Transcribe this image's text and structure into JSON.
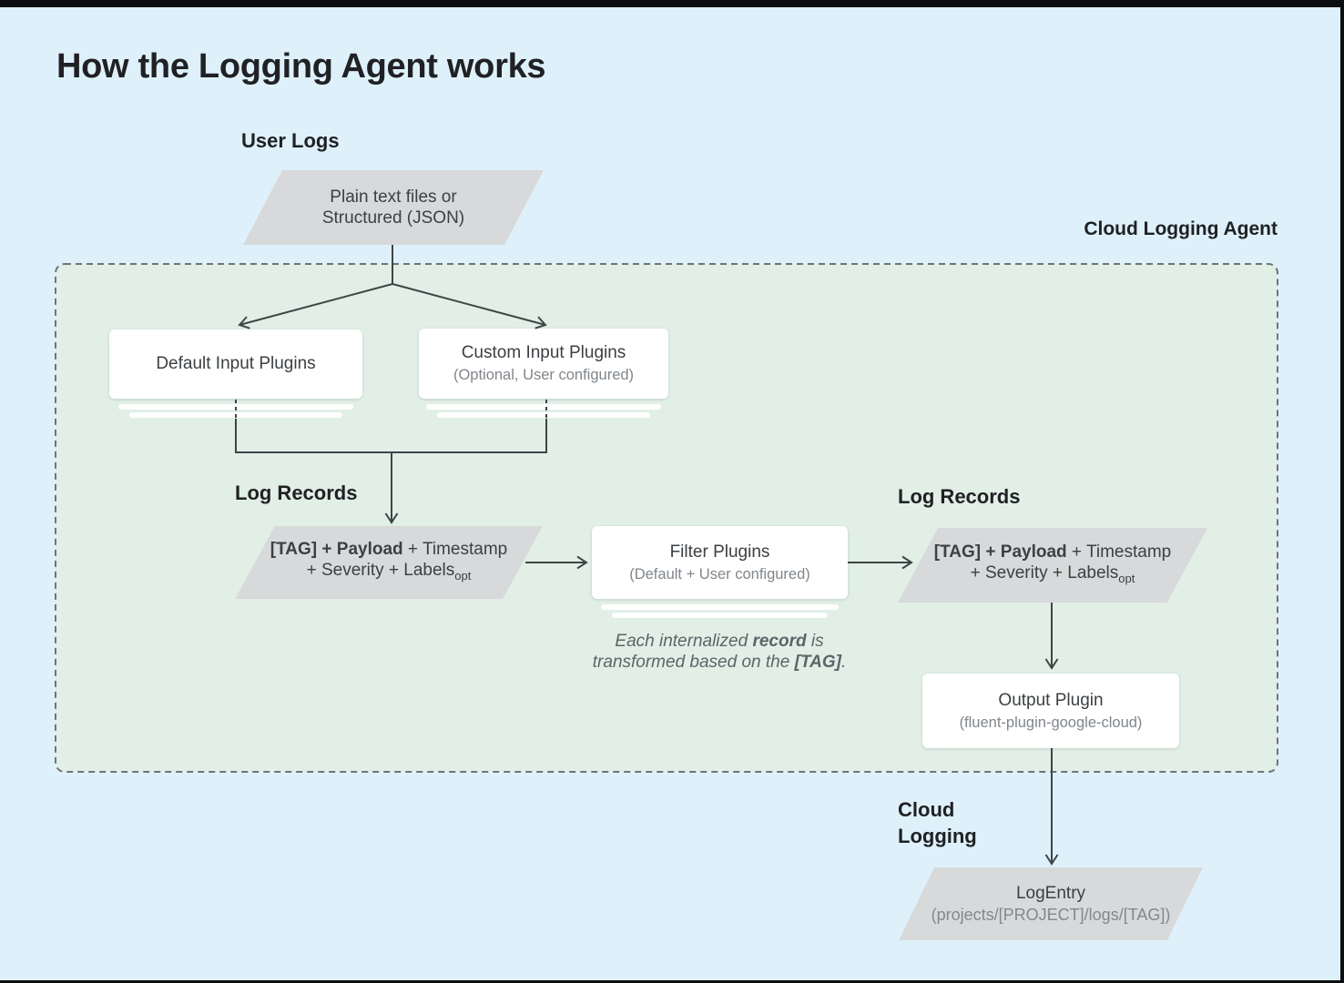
{
  "colors": {
    "page_background": "#def1fb",
    "agent_box_fill": "#e1efe7",
    "agent_box_border": "#6f7376",
    "shape_gray": "#d8d9da",
    "card_white": "#ffffff",
    "text_primary": "#202124",
    "text_body": "#3c4043",
    "text_secondary": "#80868b",
    "note_text": "#5f6368",
    "connector": "#3f4447"
  },
  "title": "How the Logging Agent works",
  "labels": {
    "user_logs": "User Logs",
    "cloud_logging_agent": "Cloud Logging Agent",
    "log_records_left": "Log Records",
    "log_records_right": "Log Records",
    "cloud_logging_line1": "Cloud",
    "cloud_logging_line2": "Logging"
  },
  "nodes": {
    "user_logs_source": {
      "line1": "Plain text files or",
      "line2": "Structured (JSON)"
    },
    "default_input_plugins": {
      "title": "Default Input Plugins"
    },
    "custom_input_plugins": {
      "title": "Custom Input Plugins",
      "subtitle": "(Optional, User configured)"
    },
    "log_record_left": {
      "line1_bold": "[TAG] + Payload",
      "line1_rest": " + Timestamp",
      "line2": "+ Severity + Labels",
      "line2_subscript": "opt"
    },
    "filter_plugins": {
      "title": "Filter Plugins",
      "subtitle": "(Default + User configured)"
    },
    "log_record_right": {
      "line1_bold": "[TAG] + Payload",
      "line1_rest": " + Timestamp",
      "line2": "+ Severity + Labels",
      "line2_subscript": "opt"
    },
    "output_plugin": {
      "title": "Output Plugin",
      "subtitle": "(fluent-plugin-google-cloud)"
    },
    "log_entry": {
      "title": "LogEntry",
      "subtitle": "(projects/[PROJECT]/logs/[TAG])"
    }
  },
  "note": {
    "seg1": "Each internalized ",
    "bold1": "record",
    "seg2": " is",
    "seg3": "transformed based on the ",
    "bold2": "[TAG]",
    "seg4": "."
  }
}
